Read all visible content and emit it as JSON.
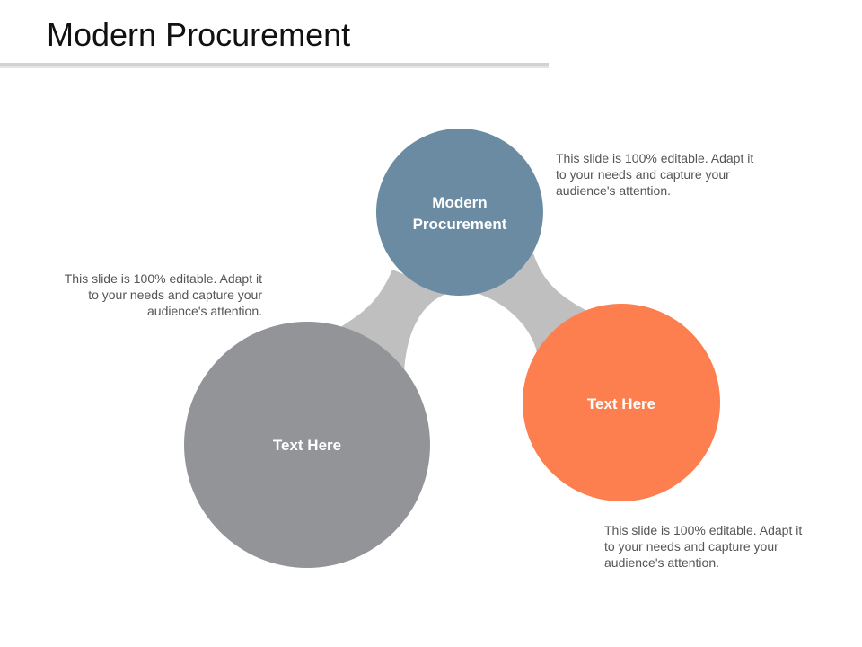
{
  "title": "Modern Procurement",
  "nodes": {
    "top": {
      "label_line1": "Modern",
      "label_line2": "Procurement",
      "color": "#6a8ba1"
    },
    "left": {
      "label": "Text Here",
      "color": "#939498"
    },
    "right": {
      "label": "Text Here",
      "color": "#fd7f4f"
    }
  },
  "connector_color": "#bfbfbf",
  "descriptions": {
    "top_right": "This slide is 100% editable. Adapt it to your needs and capture your audience's attention.",
    "left": "This slide is 100% editable. Adapt it to your needs and capture your audience's attention.",
    "bottom_right": "This slide is 100% editable. Adapt it to your needs and capture your audience's attention."
  }
}
